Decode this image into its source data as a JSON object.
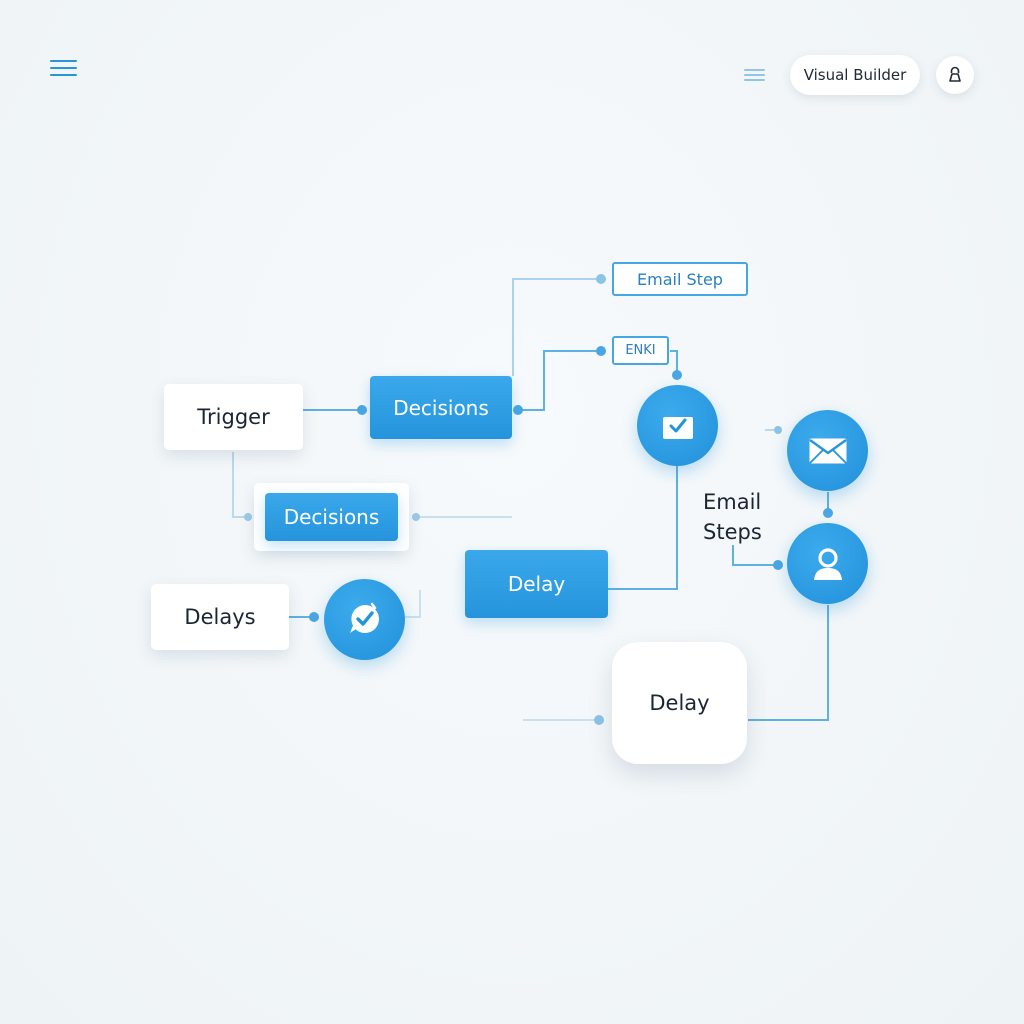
{
  "header": {
    "builder_label": "Visual Builder",
    "menu_icon": "hamburger-menu-icon",
    "list_icon": "list-icon",
    "avatar_icon": "user-icon"
  },
  "canvas": {
    "nodes": {
      "trigger": "Trigger",
      "decisions_top": "Decisions",
      "decisions_mid": "Decisions",
      "delays": "Delays",
      "delay_mid": "Delay",
      "delay_bottom": "Delay",
      "email_step": "Email Step",
      "enki": "ENKI",
      "email_steps_line1": "Email",
      "email_steps_line2": "Steps"
    },
    "icons": {
      "check_circle": "chat-check-icon",
      "inbox_circle": "inbox-check-icon",
      "mail_circle": "envelope-icon",
      "user_circle": "user-icon"
    }
  },
  "colors": {
    "accent": "#2694dc",
    "wire": "#5fb0e4",
    "background": "#eef3f6"
  }
}
